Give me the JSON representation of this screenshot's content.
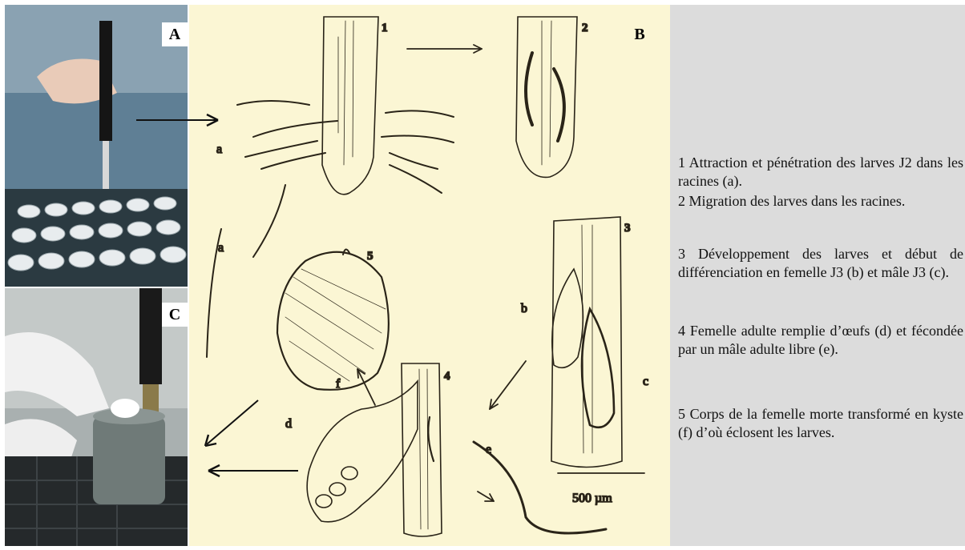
{
  "panels": {
    "a": "A",
    "b": "B",
    "c": "C"
  },
  "stage_numbers": [
    "1",
    "2",
    "3",
    "4",
    "5"
  ],
  "structure_labels": {
    "a1": "a",
    "a2": "a",
    "b": "b",
    "c": "c",
    "d": "d",
    "e": "e",
    "f": "f"
  },
  "scale_bar": "500 µm",
  "captions": [
    "1 Attraction et pénétration des larves J2 dans les racines (a).",
    "2 Migration des larves dans les racines.",
    "3 Développement des larves et début de différenciation en femelle J3 (b) et mâle J3 (c).",
    "4 Femelle adulte remplie d’œufs (d) et fécondée par un mâle adulte libre (e).",
    "5 Corps de la femelle morte transformé en kyste (f) d’où éclosent les larves."
  ],
  "colors": {
    "diagram_background": "#fbf6d4",
    "caption_background": "#dcdcdc",
    "ink": "#2a2418"
  }
}
